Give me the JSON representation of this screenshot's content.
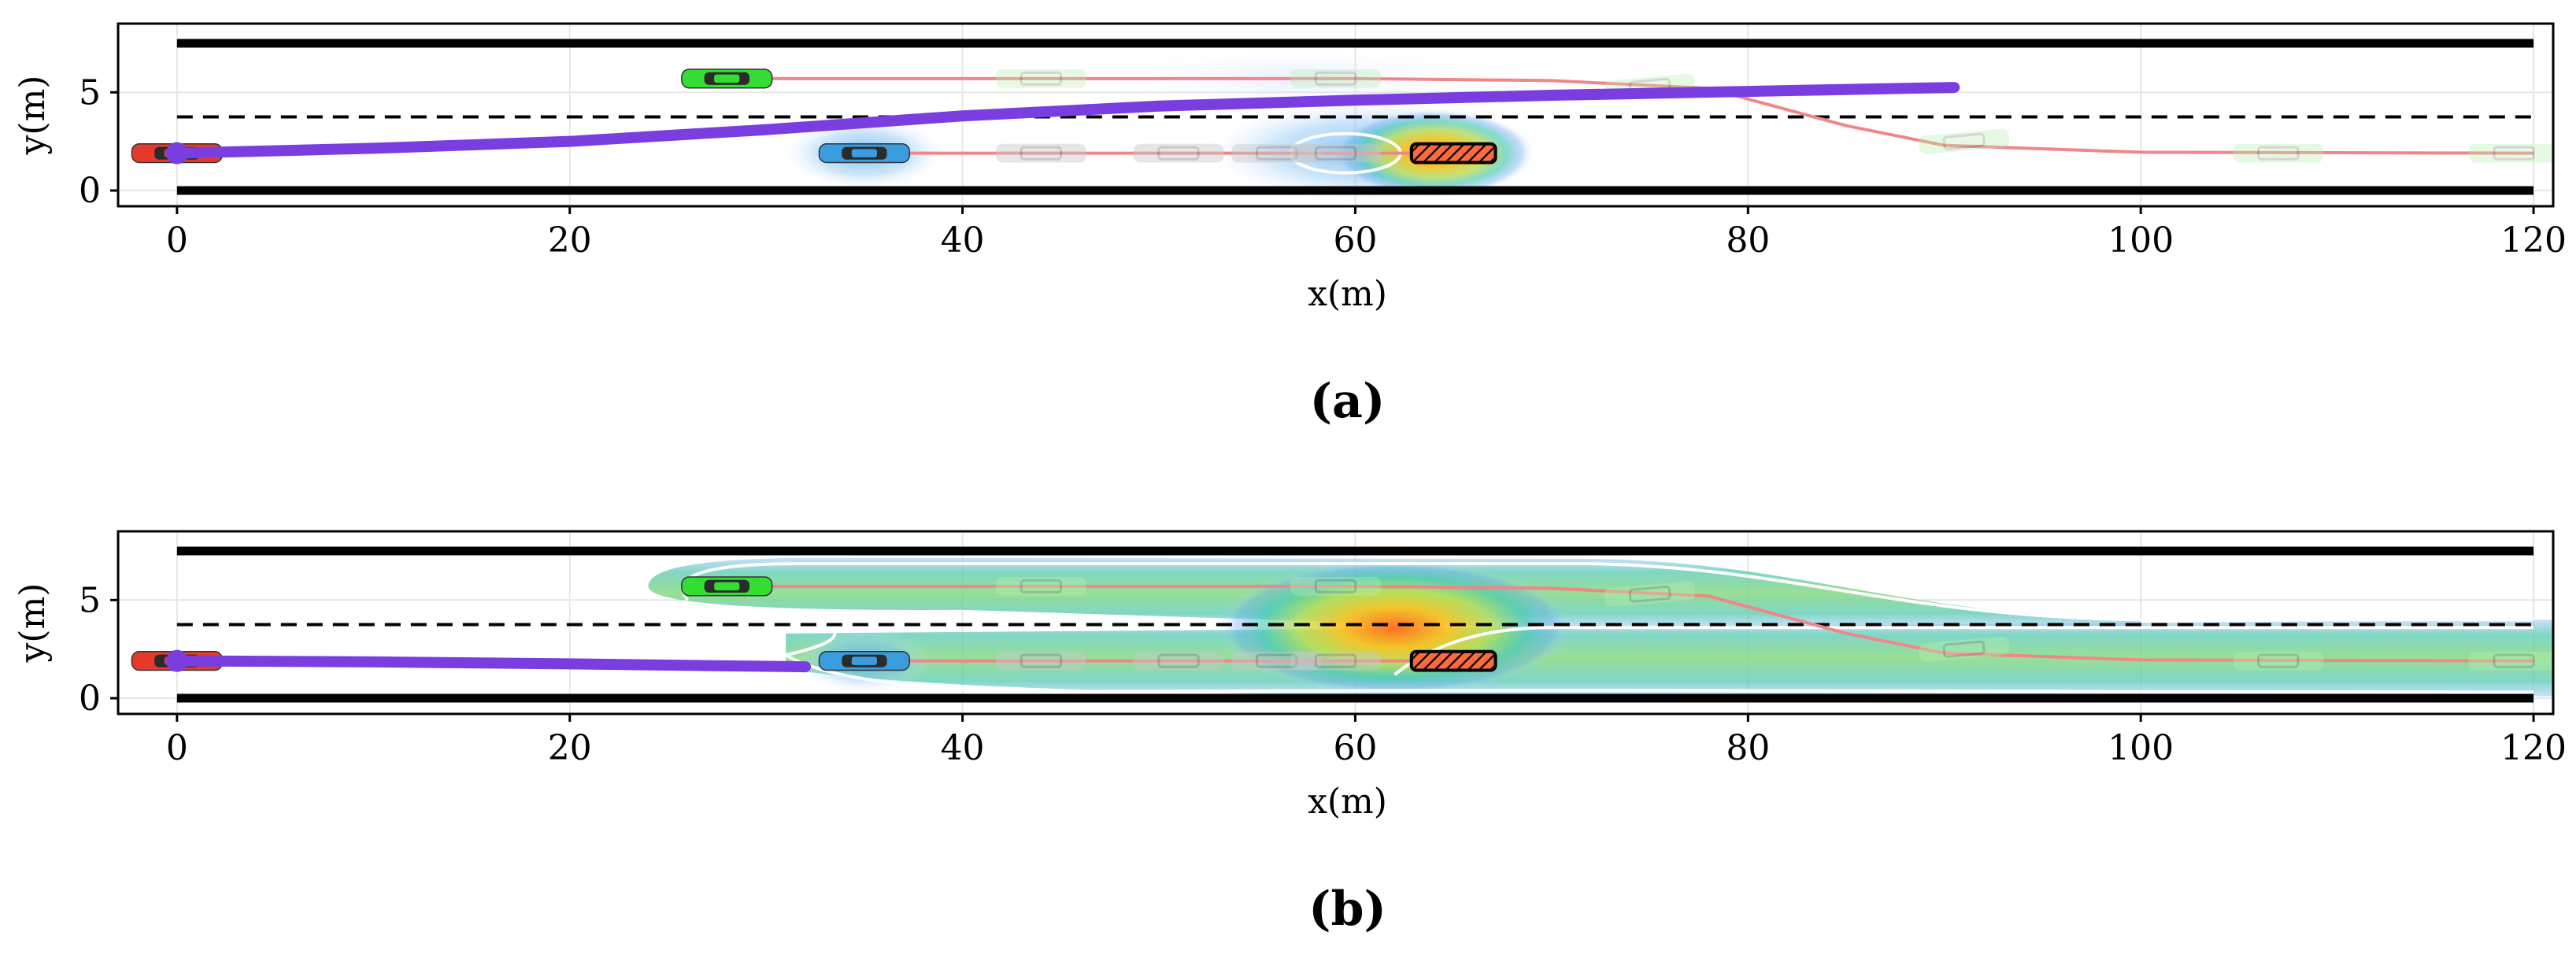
{
  "chart_data": [
    {
      "type": "scatter",
      "panel_label": "(a)",
      "xlabel": "x(m)",
      "ylabel": "y(m)",
      "xlim": [
        -3,
        121
      ],
      "ylim": [
        -0.8,
        8.5
      ],
      "xticks": [
        0,
        20,
        40,
        60,
        80,
        100,
        120
      ],
      "yticks": [
        0,
        5
      ],
      "grid": true,
      "road": {
        "solid_lines_y": [
          0,
          7.5
        ],
        "dashed_line_y": 3.75
      },
      "vehicles": [
        {
          "name": "ego",
          "color": "#e53a2a",
          "x": 0,
          "y": 1.9
        },
        {
          "name": "green",
          "color": "#33dd33",
          "x": 28,
          "y": 5.7
        },
        {
          "name": "blue",
          "color": "#3a9de0",
          "x": 35,
          "y": 1.9
        },
        {
          "name": "obstacle",
          "color": "#ff6a3d",
          "x": 65,
          "y": 1.9
        }
      ],
      "ghosts": [
        {
          "x": 44,
          "y": 5.7,
          "angle": 0
        },
        {
          "x": 59,
          "y": 5.7,
          "angle": 0
        },
        {
          "x": 75,
          "y": 5.3,
          "angle": -5
        },
        {
          "x": 91,
          "y": 2.5,
          "angle": -5
        },
        {
          "x": 107,
          "y": 1.9,
          "angle": 0
        },
        {
          "x": 119,
          "y": 1.9,
          "angle": 0
        },
        {
          "x": 44,
          "y": 1.9,
          "angle": 0,
          "gray": true
        },
        {
          "x": 51,
          "y": 1.9,
          "angle": 0,
          "gray": true
        },
        {
          "x": 56,
          "y": 1.9,
          "angle": 0,
          "gray": true
        },
        {
          "x": 59,
          "y": 1.9,
          "angle": 0,
          "gray": true
        }
      ],
      "green_path": [
        [
          28,
          5.7
        ],
        [
          45,
          5.7
        ],
        [
          60,
          5.7
        ],
        [
          70,
          5.6
        ],
        [
          78,
          5.2
        ],
        [
          85,
          3.3
        ],
        [
          90,
          2.3
        ],
        [
          100,
          1.95
        ],
        [
          120,
          1.9
        ]
      ],
      "blue_path": [
        [
          35,
          1.9
        ],
        [
          63,
          1.9
        ]
      ],
      "planned_trajectory": [
        [
          0,
          1.9
        ],
        [
          10,
          2.15
        ],
        [
          20,
          2.5
        ],
        [
          30,
          3.1
        ],
        [
          40,
          3.8
        ],
        [
          50,
          4.3
        ],
        [
          60,
          4.6
        ],
        [
          70,
          4.85
        ],
        [
          80,
          5.05
        ],
        [
          90.5,
          5.25
        ]
      ],
      "risk_field": {
        "shape": "local",
        "peak_x": 64,
        "peak_y": 1.9
      }
    },
    {
      "type": "scatter",
      "panel_label": "(b)",
      "xlabel": "x(m)",
      "ylabel": "y(m)",
      "xlim": [
        -3,
        121
      ],
      "ylim": [
        -0.8,
        8.5
      ],
      "xticks": [
        0,
        20,
        40,
        60,
        80,
        100,
        120
      ],
      "yticks": [
        0,
        5
      ],
      "grid": true,
      "road": {
        "solid_lines_y": [
          0,
          7.5
        ],
        "dashed_line_y": 3.75
      },
      "vehicles": [
        {
          "name": "ego",
          "color": "#e53a2a",
          "x": 0,
          "y": 1.9
        },
        {
          "name": "green",
          "color": "#33dd33",
          "x": 28,
          "y": 5.7
        },
        {
          "name": "blue",
          "color": "#3a9de0",
          "x": 35,
          "y": 1.9
        },
        {
          "name": "obstacle",
          "color": "#ff6a3d",
          "x": 65,
          "y": 1.9
        }
      ],
      "ghosts": [
        {
          "x": 44,
          "y": 5.7,
          "angle": 0
        },
        {
          "x": 59,
          "y": 5.7,
          "angle": 0
        },
        {
          "x": 75,
          "y": 5.3,
          "angle": -5
        },
        {
          "x": 91,
          "y": 2.5,
          "angle": -5
        },
        {
          "x": 107,
          "y": 1.9,
          "angle": 0
        },
        {
          "x": 119,
          "y": 1.9,
          "angle": 0
        },
        {
          "x": 44,
          "y": 1.9,
          "angle": 0,
          "gray": true
        },
        {
          "x": 51,
          "y": 1.9,
          "angle": 0,
          "gray": true
        },
        {
          "x": 56,
          "y": 1.9,
          "angle": 0,
          "gray": true
        },
        {
          "x": 59,
          "y": 1.9,
          "angle": 0,
          "gray": true
        }
      ],
      "green_path": [
        [
          28,
          5.7
        ],
        [
          45,
          5.7
        ],
        [
          60,
          5.7
        ],
        [
          70,
          5.6
        ],
        [
          78,
          5.2
        ],
        [
          85,
          3.3
        ],
        [
          90,
          2.3
        ],
        [
          100,
          1.95
        ],
        [
          120,
          1.9
        ]
      ],
      "blue_path": [
        [
          35,
          1.9
        ],
        [
          63,
          1.9
        ]
      ],
      "planned_trajectory": [
        [
          0,
          1.9
        ],
        [
          10,
          1.85
        ],
        [
          20,
          1.75
        ],
        [
          32,
          1.6
        ]
      ],
      "risk_field": {
        "shape": "band",
        "peak_x": 64,
        "peak_y": 1.9
      }
    }
  ]
}
